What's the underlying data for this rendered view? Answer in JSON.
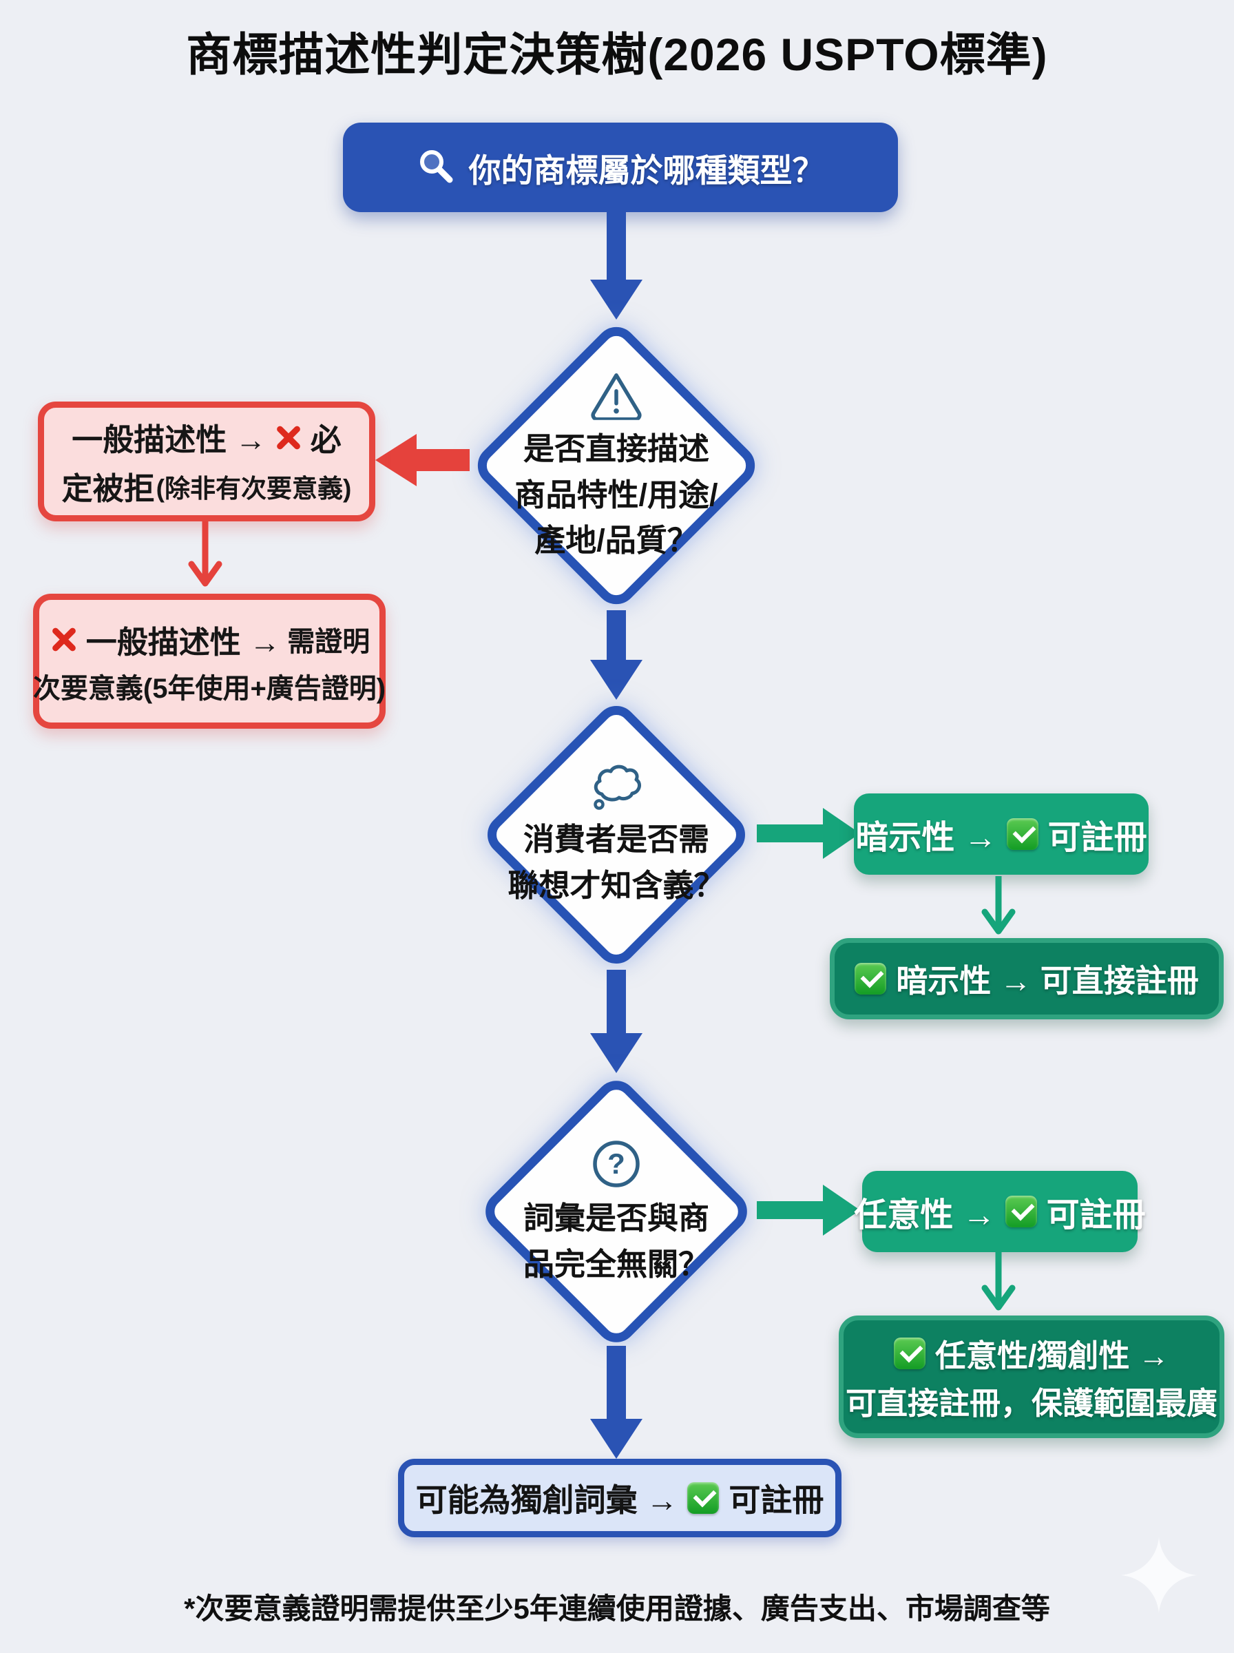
{
  "page": {
    "title": "商標描述性判定決策樹(2026 USPTO標準)",
    "footnote": "*次要意義證明需提供至少5年連續使用證據、廣告支出、市場調查等",
    "background_color": "#edeff4"
  },
  "colors": {
    "blue": "#2a53b4",
    "red": "#e5423c",
    "red_fill": "#fbdddd",
    "green": "#16a57b",
    "green_dark": "#0d8161",
    "final_fill": "#dbe5f8",
    "ink": "#141414"
  },
  "start": {
    "icon": "magnifier-icon",
    "label": "你的商標屬於哪種類型？"
  },
  "diamond1": {
    "icon": "warning-icon",
    "line1": "是否直接描述",
    "line2": "商品特性/用途/",
    "line3": "產地/品質？"
  },
  "diamond2": {
    "icon": "thought-bubble-icon",
    "line1": "消費者是否需",
    "line2": "聯想才知含義？"
  },
  "diamond3": {
    "icon": "question-icon",
    "line1": "詞彙是否與商",
    "line2": "品完全無關？"
  },
  "red_box1": {
    "part1": "一般描述性 →",
    "icon": "cross-icon",
    "part2": "必",
    "part3": "定被拒",
    "part4": "(除非有次要意義)"
  },
  "red_box2": {
    "icon": "cross-icon",
    "part1": "一般描述性 →",
    "part2": "需證明",
    "part3": "次要意義(5年使用+廣告證明)"
  },
  "suggestive": {
    "box1": {
      "part1": "暗示性 →",
      "icon": "check-icon",
      "part2": "可註冊"
    },
    "box2": {
      "icon": "check-icon",
      "part1": "暗示性 → 可直接註冊"
    }
  },
  "arbitrary": {
    "box1": {
      "part1": "任意性 →",
      "icon": "check-icon",
      "part2": "可註冊"
    },
    "box2": {
      "icon": "check-icon",
      "line1": "任意性/獨創性 →",
      "line2": "可直接註冊，保護範圍最廣"
    }
  },
  "final_box": {
    "part1": "可能為獨創詞彙 →",
    "icon": "check-icon",
    "part2": "可註冊"
  }
}
